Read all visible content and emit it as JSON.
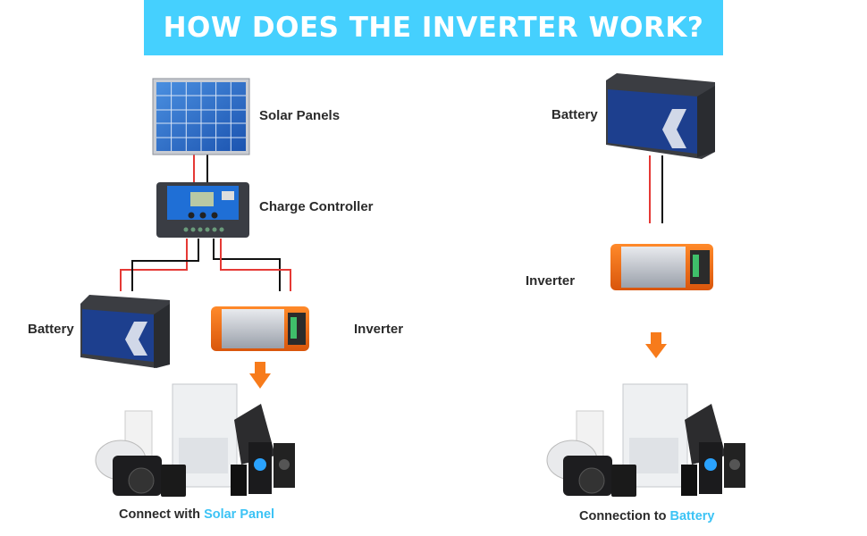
{
  "title": "HOW DOES THE INVERTER WORK?",
  "left_diagram": {
    "labels": {
      "solar_panels": "Solar Panels",
      "charge_controller": "Charge Controller",
      "battery": "Battery",
      "inverter": "Inverter"
    },
    "caption_prefix": "Connect with ",
    "caption_highlight": "Solar Panel"
  },
  "right_diagram": {
    "labels": {
      "battery": "Battery",
      "inverter": "Inverter"
    },
    "caption_prefix": "Connection to ",
    "caption_highlight": "Battery"
  },
  "colors": {
    "title_bg": "#45d0fe",
    "highlight": "#3cc3f5",
    "arrow": "#f77b1b",
    "wire_positive": "#e53935",
    "wire_negative": "#111111"
  }
}
